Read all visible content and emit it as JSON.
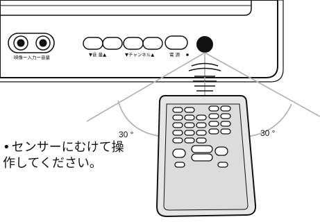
{
  "panel": {
    "input_label": "映像ー入力ー音量",
    "volume_label": "▼音 量▲",
    "channel_label": "▼チャンネル▲",
    "power_label": "電 源"
  },
  "angles": {
    "left": "30 °",
    "right": "30 °"
  },
  "note": {
    "bullet": "•",
    "text": "センサーにむけて操作してください。"
  }
}
